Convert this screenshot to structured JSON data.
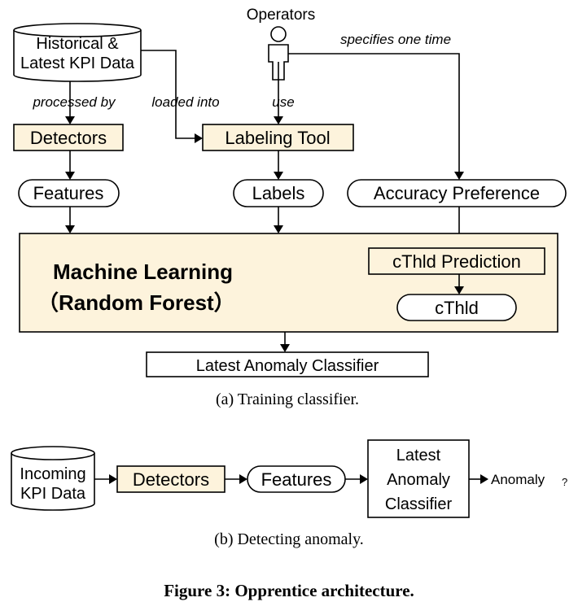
{
  "training": {
    "kpi_store_label_line1": "Historical &",
    "kpi_store_label_line2": "Latest KPI Data",
    "operators_label": "Operators",
    "edge_processed_by": "processed by",
    "edge_loaded_into": "loaded into",
    "edge_use": "use",
    "edge_specifies": "specifies one time",
    "detectors_label": "Detectors",
    "labeling_tool_label": "Labeling Tool",
    "features_label": "Features",
    "labels_label": "Labels",
    "accuracy_pref_label": "Accuracy Preference",
    "ml_title_line1": "Machine Learning",
    "ml_title_line2": "（Random Forest）",
    "cthld_prediction_label": "cThld Prediction",
    "cthld_label": "cThld",
    "classifier_label": "Latest Anomaly Classifier",
    "caption": "(a) Training classifier."
  },
  "detecting": {
    "store_label_line1": "Incoming",
    "store_label_line2": "KPI Data",
    "detectors_label": "Detectors",
    "features_label": "Features",
    "classifier_line1": "Latest",
    "classifier_line2": "Anomaly",
    "classifier_line3": "Classifier",
    "output_label": "Anomaly",
    "output_q": "?",
    "caption": "(b) Detecting anomaly."
  },
  "figure_caption": "Figure 3: Opprentice architecture."
}
